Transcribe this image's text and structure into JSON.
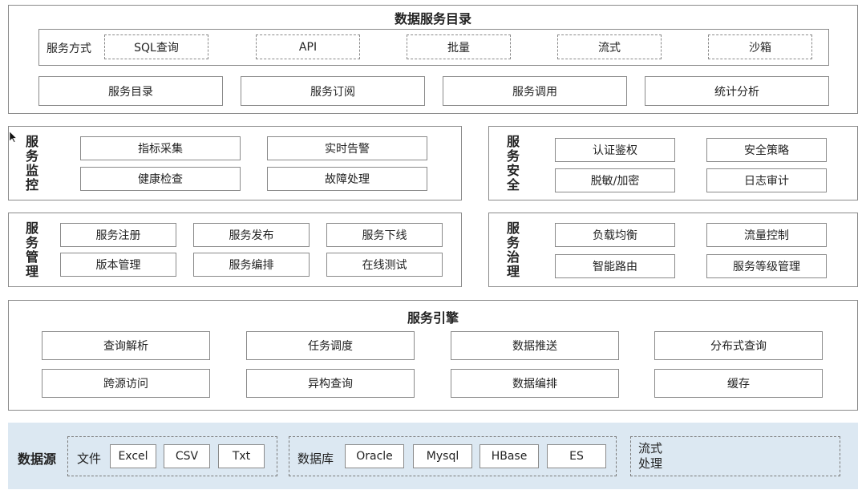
{
  "catalog": {
    "title": "数据服务目录",
    "mode_label": "服务方式",
    "modes": [
      "SQL查询",
      "API",
      "批量",
      "流式",
      "沙箱"
    ],
    "items": [
      "服务目录",
      "服务订阅",
      "服务调用",
      "统计分析"
    ]
  },
  "monitor": {
    "title": "服务监控",
    "items": [
      "指标采集",
      "实时告警",
      "健康检查",
      "故障处理"
    ]
  },
  "security": {
    "title": "服务安全",
    "items": [
      "认证鉴权",
      "安全策略",
      "脱敏/加密",
      "日志审计"
    ]
  },
  "management": {
    "title": "服务管理",
    "items": [
      "服务注册",
      "服务发布",
      "服务下线",
      "版本管理",
      "服务编排",
      "在线测试"
    ]
  },
  "governance": {
    "title": "服务治理",
    "items": [
      "负载均衡",
      "流量控制",
      "智能路由",
      "服务等级管理"
    ]
  },
  "engine": {
    "title": "服务引擎",
    "items": [
      "查询解析",
      "任务调度",
      "数据推送",
      "分布式查询",
      "跨源访问",
      "异构查询",
      "数据编排",
      "缓存"
    ]
  },
  "sources": {
    "title": "数据源",
    "file_label": "文件",
    "files": [
      "Excel",
      "CSV",
      "Txt"
    ],
    "db_label": "数据库",
    "dbs": [
      "Oracle",
      "Mysql",
      "HBase",
      "ES"
    ],
    "stream_label": "流式处理"
  }
}
